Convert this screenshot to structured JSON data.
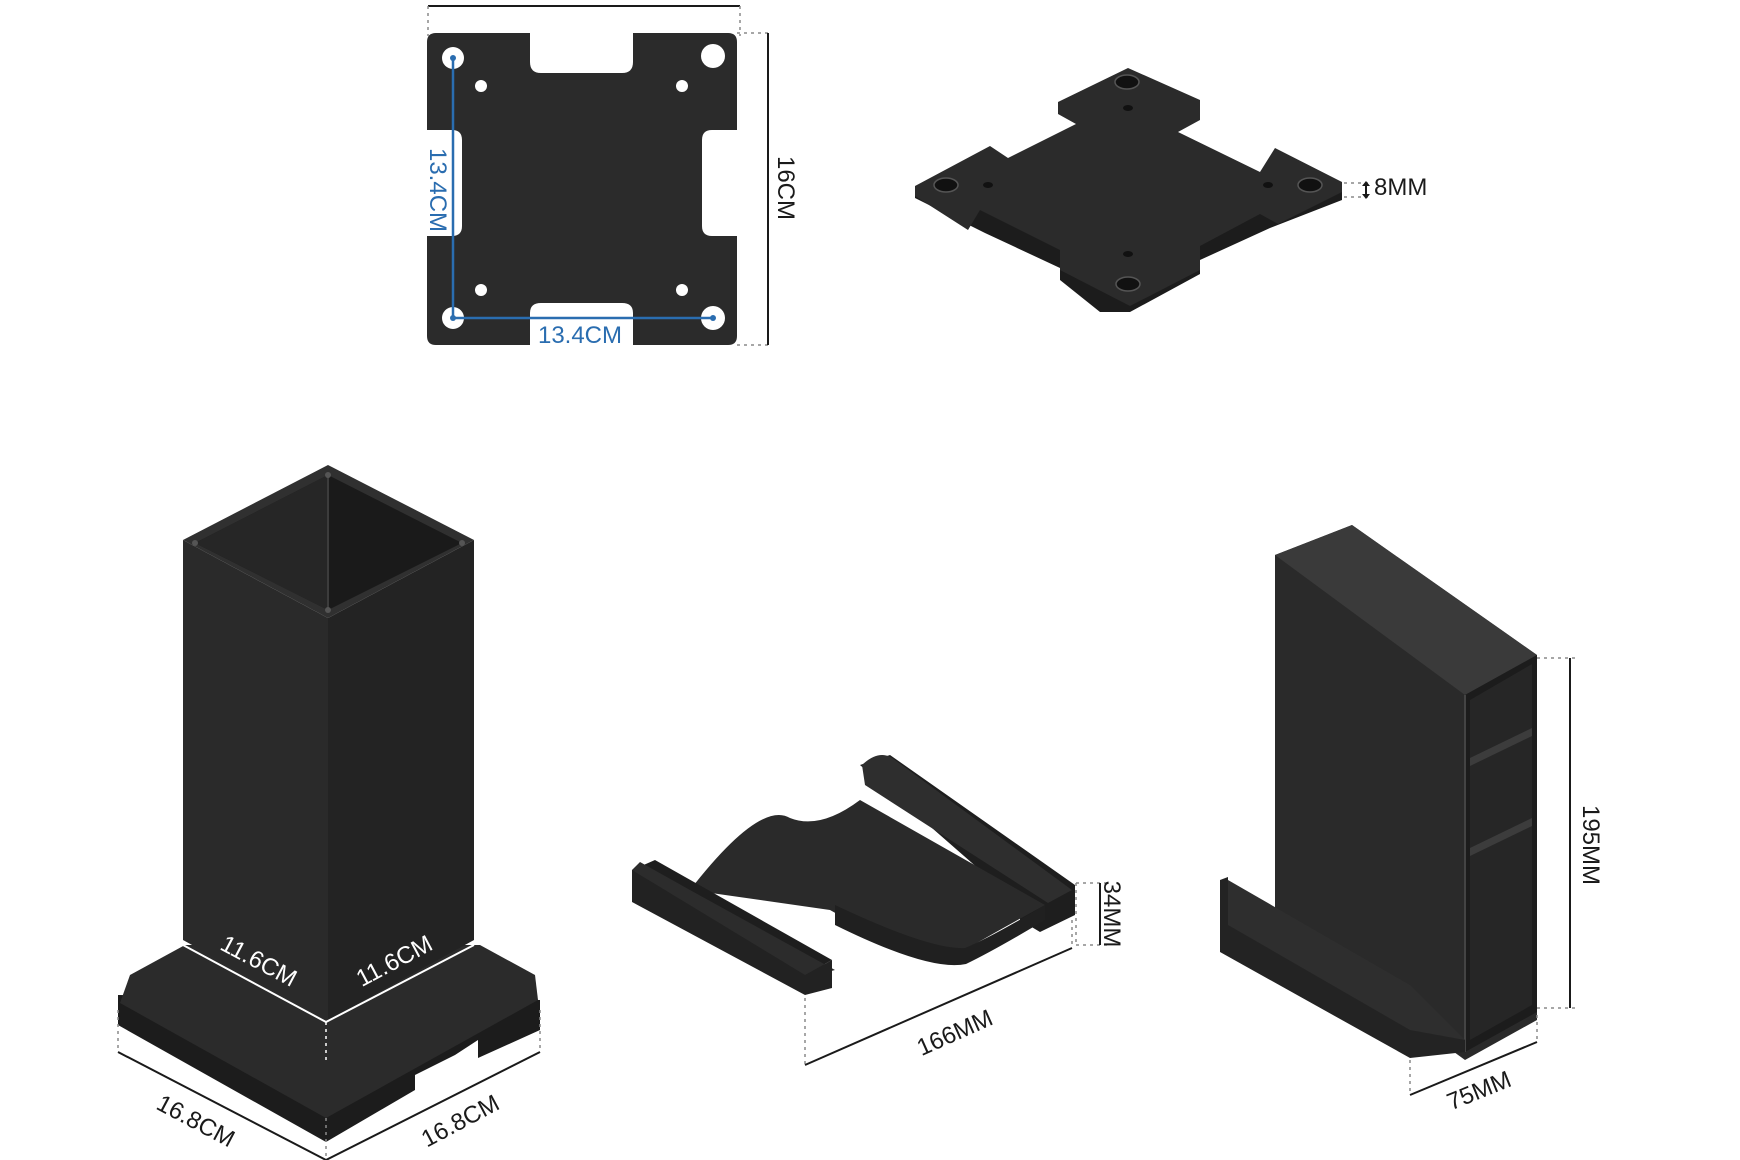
{
  "colors": {
    "part": "#2b2b2b",
    "part_dark": "#1c1c1c",
    "part_light": "#3a3a3a",
    "dimension_line": "#1a1a1a",
    "hole_spacing": "#2a6db0",
    "background": "#ffffff"
  },
  "plate_top_view": {
    "height_label": "16CM",
    "hole_spacing_vertical": "13.4CM",
    "hole_spacing_horizontal": "13.4CM"
  },
  "plate_iso_view": {
    "thickness_label": "8MM"
  },
  "tower_stand": {
    "inner_width_left": "11.6CM",
    "inner_width_right": "11.6CM",
    "base_left": "16.8CM",
    "base_right": "16.8CM"
  },
  "wave_stand": {
    "height_label": "34MM",
    "length_label": "166MM"
  },
  "vertical_holder": {
    "height_label": "195MM",
    "depth_label": "75MM"
  }
}
